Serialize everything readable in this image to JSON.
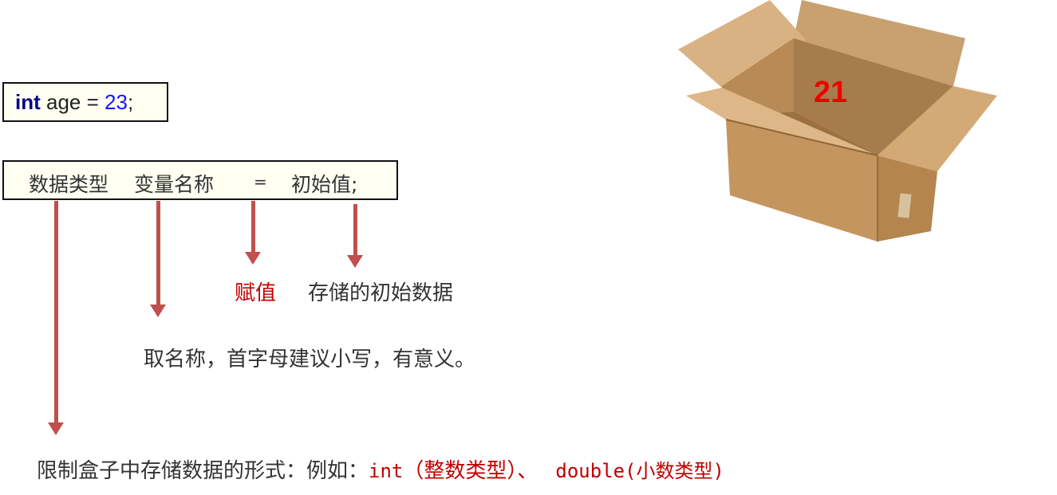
{
  "code": {
    "keyword": "int",
    "name": " age ",
    "op": "=",
    "value": " 23",
    "semi": ";"
  },
  "syntax": {
    "type": "数据类型",
    "name": "变量名称",
    "equals": "=",
    "init": "初始值;"
  },
  "notes": {
    "assign": "赋值",
    "init_desc": "存储的初始数据",
    "name_desc": "取名称，首字母建议小写，有意义。",
    "type_desc": "限制盒子中存储数据的形式：例如：",
    "int_code": "int",
    "int_desc": "（整数类型）、",
    "double_code": "double(小数类型)"
  },
  "box": {
    "number": "21"
  },
  "colors": {
    "arrow": "#c0504d",
    "accent": "#c00000",
    "keyword": "#00008b",
    "number": "#1515ff",
    "box_number": "#ee0000"
  }
}
